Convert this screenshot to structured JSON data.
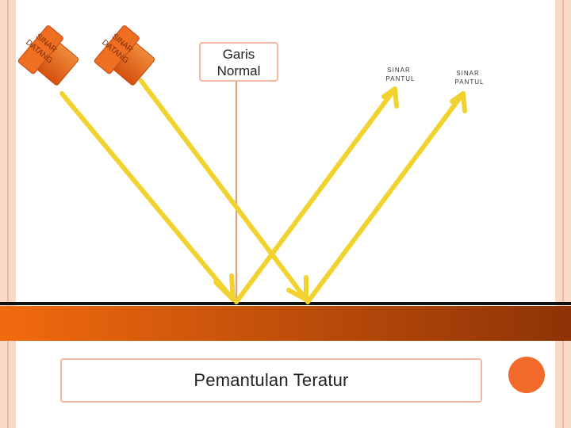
{
  "normal_label": [
    "Garis",
    "Normal"
  ],
  "incident_label_1": [
    "SINAR",
    "DATANG"
  ],
  "incident_label_2": [
    "SINAR",
    "DATANG"
  ],
  "reflected_label_1": [
    "SINAR",
    "PANTUL"
  ],
  "reflected_label_2": [
    "SINAR",
    "PANTUL"
  ],
  "caption": "Pemantulan Teratur",
  "colors": {
    "ray": "#f2d22e",
    "normal_line": "#e07a4a",
    "flashlight": "#e8641e",
    "surface_left": "#f26a0e",
    "surface_right": "#8e3306",
    "accent_dot": "#f26a2a",
    "border": "#f8d8c8"
  }
}
